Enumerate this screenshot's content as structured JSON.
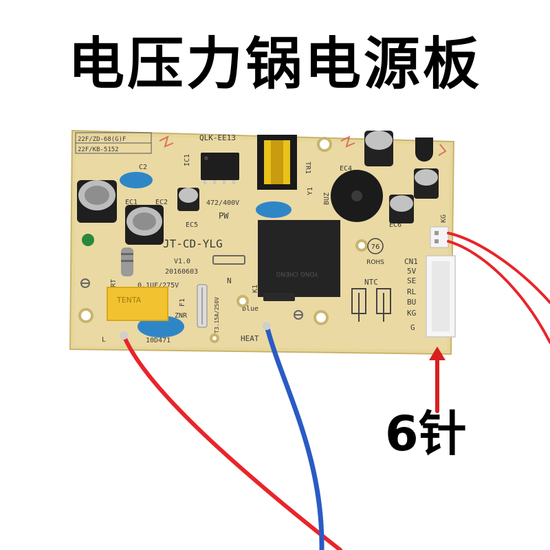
{
  "title": "电压力锅电源板",
  "pin_label": "6针",
  "board": {
    "model_lines": [
      "22F/ZD-68(G)F",
      "22F/KB-5152"
    ],
    "name": "JT-CD-YLG",
    "version": "V1.0",
    "date": "20160603",
    "transformer": "QLK-EE13",
    "cap_rating": "472/400V",
    "pw": "PW",
    "x_cap": "0.1UF/275V",
    "fuse": "T3.15A/250V",
    "varistor": "10D471",
    "x_cap_brand": "TENTA",
    "relay_text": "YONG CHENG",
    "rohs_num": "76",
    "rohs": "ROHS",
    "ntc": "NTC",
    "heat": "HEAT",
    "blue": "blue",
    "connector": "CN1",
    "connector_pins": [
      "5V",
      "SE",
      "RL",
      "BU",
      "KG",
      "G"
    ],
    "refs": [
      "C2",
      "EC1",
      "EC2",
      "EC5",
      "EC4",
      "EC6",
      "IC1",
      "TR1",
      "BUZ",
      "ZNR",
      "F1",
      "K1",
      "N",
      "L",
      "RT",
      "KG",
      "Y1"
    ]
  },
  "colors": {
    "pcb": "#e8d9a0",
    "pcb_edge": "#d9c583",
    "red_wire": "#e8252a",
    "blue_wire": "#2a5bc4",
    "arrow": "#d82020",
    "relay": "#2b2b2b",
    "x_cap": "#f2c230",
    "ceramic_cap": "#2f86c7",
    "electrolytic": "#2a2a2a"
  }
}
